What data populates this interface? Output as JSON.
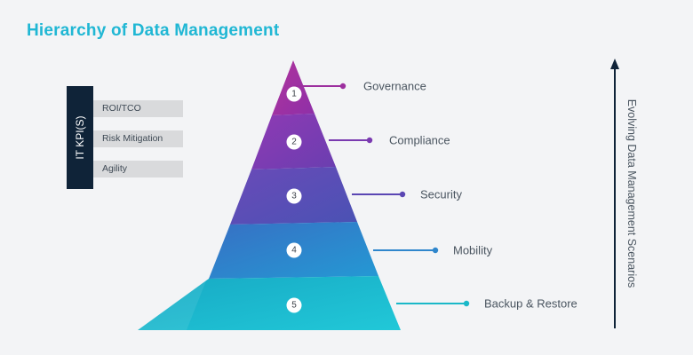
{
  "title": "Hierarchy of Data Management",
  "kpi": {
    "title": "IT KPI(S)",
    "items": [
      "ROI/TCO",
      "Risk Mitigation",
      "Agility"
    ]
  },
  "levels": [
    {
      "number": "1",
      "label": "Governance",
      "color": "#9c2f9e"
    },
    {
      "number": "2",
      "label": "Compliance",
      "color": "#7a3ab0"
    },
    {
      "number": "3",
      "label": "Security",
      "color": "#5a46b3"
    },
    {
      "number": "4",
      "label": "Mobility",
      "color": "#2f86cc"
    },
    {
      "number": "5",
      "label": "Backup & Restore",
      "color": "#1ab8c8"
    }
  ],
  "side_label": "Evolving Data Management Scenarios",
  "colors": {
    "title": "#20b7d4",
    "kpi_bar": "#0f2338",
    "kpi_item_bg": "#d9dadc",
    "arrow": "#0f2338"
  }
}
